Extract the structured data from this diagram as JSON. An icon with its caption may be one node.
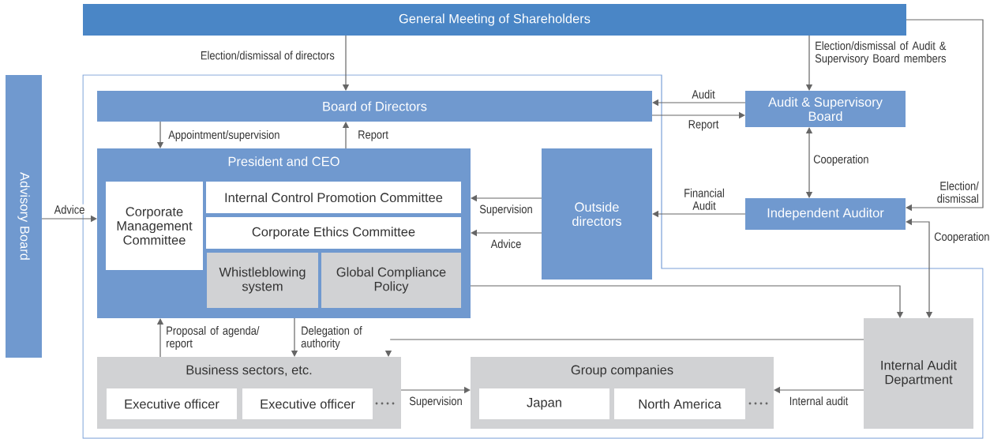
{
  "diagram": {
    "nodes": [
      {
        "text": [
          "General Meeting of Shareholders"
        ]
      },
      {
        "text": [
          "Advisory Board"
        ]
      },
      {
        "text": [
          "Board of Directors"
        ]
      },
      {
        "text": [
          "Audit & Supervisory Board"
        ]
      },
      {
        "text": [
          "President and CEO"
        ]
      },
      {
        "text": [
          "Corporate Management Committee"
        ],
        "in": 4
      },
      {
        "text": [
          "Internal Control Promotion Committee"
        ],
        "in": 4
      },
      {
        "text": [
          "Corporate Ethics Committee"
        ],
        "in": 4
      },
      {
        "text": [
          "Whistleblowing system"
        ],
        "in": 4
      },
      {
        "text": [
          "Global Compliance Policy"
        ],
        "in": 4
      },
      {
        "text": [
          "Outside directors"
        ]
      },
      {
        "text": [
          "Independent Auditor"
        ]
      },
      {
        "text": [
          "Internal Audit Department"
        ]
      },
      {
        "text": [
          "Business sectors, etc."
        ]
      },
      {
        "text": [
          "Executive officer"
        ],
        "in": 13
      },
      {
        "text": [
          "Executive officer"
        ],
        "in": 13
      },
      {
        "text": [
          "Group companies"
        ]
      },
      {
        "text": [
          "Japan"
        ],
        "in": 16
      },
      {
        "text": [
          "North America"
        ],
        "in": 16
      }
    ],
    "edges": [
      {
        "from": 0,
        "to": 2,
        "arrow": "to",
        "label": "Election/dismissal of directors"
      },
      {
        "from": 0,
        "to": 3,
        "arrow": "to",
        "label": "Election/dismissal of Audit & Supervisory Board members"
      },
      {
        "from": 3,
        "to": 2,
        "arrow": "to",
        "label": "Audit"
      },
      {
        "from": 2,
        "to": 3,
        "arrow": "to",
        "label": "Report"
      },
      {
        "from": 3,
        "to": 11,
        "arrow": "both",
        "label": "Cooperation"
      },
      {
        "from": 11,
        "to": 10,
        "arrow": "to",
        "label": "Financial Audit"
      },
      {
        "from": 0,
        "to": 11,
        "arrow": "to",
        "label": "Election/ dismissal"
      },
      {
        "from": 11,
        "to": 12,
        "arrow": "both",
        "label": "Cooperation"
      },
      {
        "from": 4,
        "to": 12,
        "arrow": "to"
      },
      {
        "from": 2,
        "to": 4,
        "arrow": "to",
        "label": "Appointment/supervision"
      },
      {
        "from": 4,
        "to": 2,
        "arrow": "to",
        "label": "Report"
      },
      {
        "from": 10,
        "to": 4,
        "arrow": "to",
        "label": "Supervision"
      },
      {
        "from": 10,
        "to": 4,
        "arrow": "to",
        "label": "Advice"
      },
      {
        "from": 1,
        "to": 4,
        "arrow": "to",
        "label": "Advice"
      },
      {
        "from": 13,
        "to": 4,
        "arrow": "to",
        "label": "Proposal of agenda/ report"
      },
      {
        "from": 4,
        "to": 13,
        "arrow": "to",
        "label": "Delegation of authority"
      },
      {
        "from": 12,
        "to": 13,
        "arrow": "to"
      },
      {
        "from": 13,
        "to": 16,
        "arrow": "to",
        "label": "Supervision"
      },
      {
        "from": 12,
        "to": 16,
        "arrow": "to",
        "label": "Internal audit"
      }
    ]
  }
}
